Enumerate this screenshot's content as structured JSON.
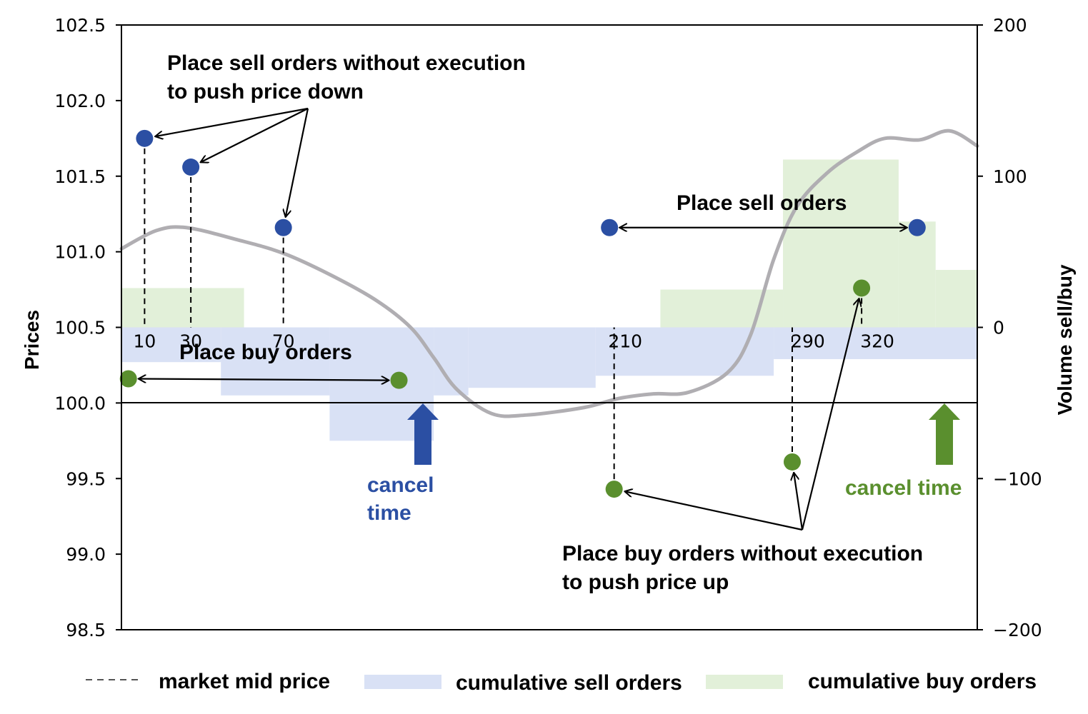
{
  "chart_data": {
    "type": "bar",
    "ylabel": "Prices",
    "ylabel_right": "Volume sell/buy",
    "ylim": [
      98.5,
      102.5
    ],
    "ylim_right": [
      -200,
      200
    ],
    "y_ticks": [
      "102.5",
      "102.0",
      "101.5",
      "101.0",
      "100.5",
      "100.0",
      "99.5",
      "99.0",
      "98.5"
    ],
    "y_ticks_right": [
      "200",
      "100",
      "0",
      "−100",
      "−200"
    ],
    "x_ticks": [
      "10",
      "30",
      "70",
      "210",
      "290",
      "320"
    ],
    "grid": false,
    "legend_position": "bottom",
    "legend": {
      "mid_price": "market mid price",
      "sell": "cumulative sell orders",
      "buy": "cumulative buy orders"
    },
    "colors": {
      "sell_dot": "#2b4fa3",
      "buy_dot": "#5a8f2e",
      "sell_fill": "#d9e1f5",
      "buy_fill": "#e2f0d9",
      "mid_price_line": "#b0aeb2",
      "sell_arrow": "#2b4fa3",
      "buy_arrow": "#5a8f2e"
    },
    "x_range": [
      0,
      370
    ],
    "series": [
      {
        "name": "market mid price",
        "kind": "line",
        "points": [
          [
            0,
            101.02
          ],
          [
            15,
            101.14
          ],
          [
            28,
            101.16
          ],
          [
            50,
            101.08
          ],
          [
            70,
            100.99
          ],
          [
            90,
            100.85
          ],
          [
            110,
            100.68
          ],
          [
            125,
            100.5
          ],
          [
            135,
            100.3
          ],
          [
            145,
            100.09
          ],
          [
            160,
            99.93
          ],
          [
            175,
            99.92
          ],
          [
            200,
            99.97
          ],
          [
            215,
            100.03
          ],
          [
            230,
            100.06
          ],
          [
            245,
            100.07
          ],
          [
            262,
            100.2
          ],
          [
            272,
            100.45
          ],
          [
            282,
            100.95
          ],
          [
            292,
            101.3
          ],
          [
            305,
            101.52
          ],
          [
            318,
            101.66
          ],
          [
            330,
            101.75
          ],
          [
            345,
            101.74
          ],
          [
            358,
            101.8
          ],
          [
            370,
            101.7
          ]
        ]
      },
      {
        "name": "cumulative sell orders",
        "kind": "step-bars",
        "values_right_axis": [
          {
            "x0": 0,
            "x1": 43,
            "value": -23
          },
          {
            "x0": 43,
            "x1": 90,
            "value": -45
          },
          {
            "x0": 90,
            "x1": 135,
            "value": -75
          },
          {
            "x0": 135,
            "x1": 150,
            "value": -45
          },
          {
            "x0": 150,
            "x1": 205,
            "value": -40
          },
          {
            "x0": 205,
            "x1": 282,
            "value": -32
          },
          {
            "x0": 282,
            "x1": 370,
            "value": -21
          }
        ]
      },
      {
        "name": "cumulative buy orders",
        "kind": "step-bars",
        "values_right_axis": [
          {
            "x0": 0,
            "x1": 53,
            "value": 26
          },
          {
            "x0": 53,
            "x1": 86,
            "value": -6
          },
          {
            "x0": 86,
            "x1": 122,
            "value": -30
          },
          {
            "x0": 122,
            "x1": 194,
            "value": -27
          },
          {
            "x0": 194,
            "x1": 233,
            "value": 0
          },
          {
            "x0": 233,
            "x1": 286,
            "value": 25
          },
          {
            "x0": 286,
            "x1": 336,
            "value": 111
          },
          {
            "x0": 336,
            "x1": 352,
            "value": 70
          },
          {
            "x0": 352,
            "x1": 370,
            "value": 38
          }
        ]
      },
      {
        "name": "sell order points",
        "kind": "scatter",
        "points": [
          [
            10,
            101.75
          ],
          [
            30,
            101.56
          ],
          [
            70,
            101.16
          ],
          [
            211,
            101.16
          ],
          [
            344,
            101.16
          ]
        ]
      },
      {
        "name": "buy order points",
        "kind": "scatter",
        "points": [
          [
            3,
            100.16
          ],
          [
            120,
            100.15
          ],
          [
            213,
            99.43
          ],
          [
            290,
            99.61
          ],
          [
            320,
            100.76
          ]
        ]
      }
    ],
    "annotations": {
      "sell_push_1": "Place sell orders without execution",
      "sell_push_2": "to push price down",
      "place_buy": "Place buy orders",
      "place_sell": "Place sell orders",
      "cancel_sell_1": "cancel",
      "cancel_sell_2": "time",
      "cancel_buy": "cancel time",
      "buy_push_1": "Place buy orders without execution",
      "buy_push_2": "to push price up"
    }
  }
}
